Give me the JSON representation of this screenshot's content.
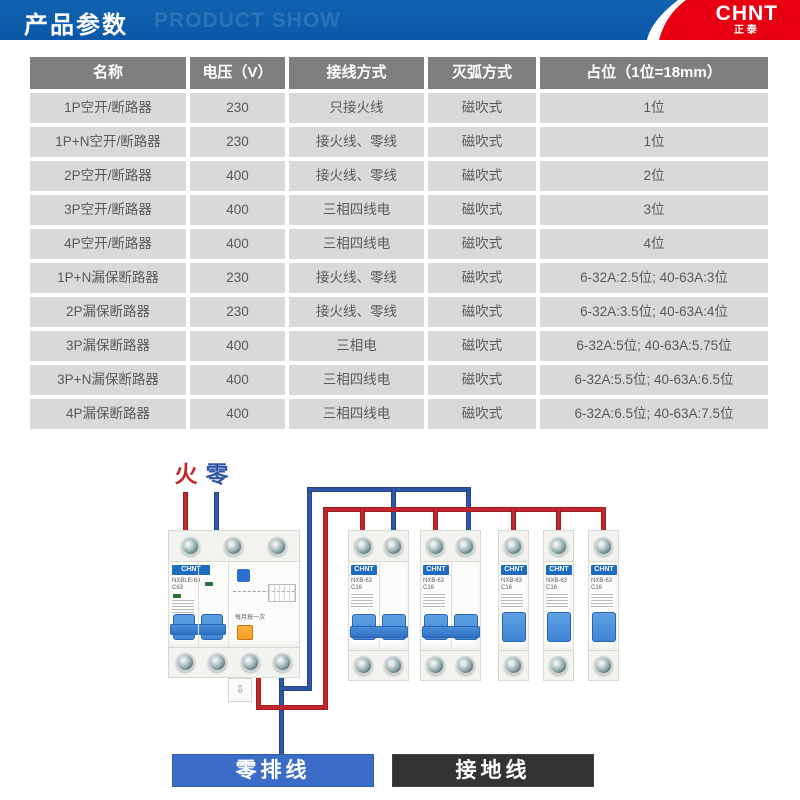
{
  "banner": {
    "title": "产品参数",
    "subtitle": "PRODUCT SHOW",
    "logo": "CHNT",
    "logo_sub": "正泰"
  },
  "table": {
    "headers": [
      "名称",
      "电压（V）",
      "接线方式",
      "灭弧方式",
      "占位（1位=18mm）"
    ],
    "rows": [
      [
        "1P空开/断路器",
        "230",
        "只接火线",
        "磁吹式",
        "1位"
      ],
      [
        "1P+N空开/断路器",
        "230",
        "接火线、零线",
        "磁吹式",
        "1位"
      ],
      [
        "2P空开/断路器",
        "400",
        "接火线、零线",
        "磁吹式",
        "2位"
      ],
      [
        "3P空开/断路器",
        "400",
        "三相四线电",
        "磁吹式",
        "3位"
      ],
      [
        "4P空开/断路器",
        "400",
        "三相四线电",
        "磁吹式",
        "4位"
      ],
      [
        "1P+N漏保断路器",
        "230",
        "接火线、零线",
        "磁吹式",
        "6-32A:2.5位; 40-63A:3位"
      ],
      [
        "2P漏保断路器",
        "230",
        "接火线、零线",
        "磁吹式",
        "6-32A:3.5位; 40-63A:4位"
      ],
      [
        "3P漏保断路器",
        "400",
        "三相电",
        "磁吹式",
        "6-32A:5位; 40-63A:5.75位"
      ],
      [
        "3P+N漏保断路器",
        "400",
        "三相四线电",
        "磁吹式",
        "6-32A:5.5位; 40-63A:6.5位"
      ],
      [
        "4P漏保断路器",
        "400",
        "三相四线电",
        "磁吹式",
        "6-32A:6.5位; 40-63A:7.5位"
      ]
    ]
  },
  "diagram": {
    "live_label": "火",
    "neutral_label": "零",
    "main_breaker": {
      "brand": "CHNT",
      "model": "NXBLE-63",
      "rating": "C63",
      "test_note": "每月按一次"
    },
    "branch_breakers": [
      {
        "brand": "CHNT",
        "model": "NXB-63",
        "rating": "C16",
        "poles": 2
      },
      {
        "brand": "CHNT",
        "model": "NXB-63",
        "rating": "C16",
        "poles": 2
      },
      {
        "brand": "CHNT",
        "model": "NXB-63",
        "rating": "C16",
        "poles": 1
      },
      {
        "brand": "CHNT",
        "model": "NXB-63",
        "rating": "C16",
        "poles": 1
      },
      {
        "brand": "CHNT",
        "model": "NXB-63",
        "rating": "C16",
        "poles": 1
      }
    ],
    "neutral_bar_label": "零排线",
    "ground_bar_label": "接地线"
  },
  "colors": {
    "banner_blue": "#1063b0",
    "chint_red": "#e60012",
    "wire_red": "#c1272d",
    "wire_blue": "#2f55a8",
    "neutral_bar_blue": "#3a6cc8",
    "ground_bar_dark": "#333333",
    "table_header_bg": "#7f7f7f",
    "table_cell_bg": "#d9d9d9",
    "handle_blue": "#3f86d6",
    "brand_band_blue": "#1d6bc0",
    "test_button_orange": "#f59a1d"
  }
}
